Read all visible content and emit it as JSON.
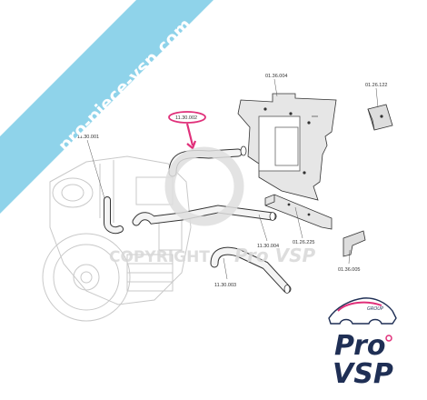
{
  "banner": {
    "text": "pro-piece-vsp.com",
    "color": "#8fd3ea"
  },
  "watermark": {
    "copyright": "COPYRIGHT",
    "brand": "Pro VSP"
  },
  "parts": [
    {
      "id": "01.36.004"
    },
    {
      "id": "01.26.122"
    },
    {
      "id": "11.30.002"
    },
    {
      "id": "11.30.001"
    },
    {
      "id": "11.30.004"
    },
    {
      "id": "01.26.225"
    },
    {
      "id": "01.36.005"
    },
    {
      "id": "11.30.003"
    }
  ],
  "highlight_color": "#e0307a",
  "logo": {
    "line1": "Pro",
    "line2": "VSP",
    "tag": "GROUP",
    "accent": "#e0307a",
    "navy": "#1f2f55"
  }
}
